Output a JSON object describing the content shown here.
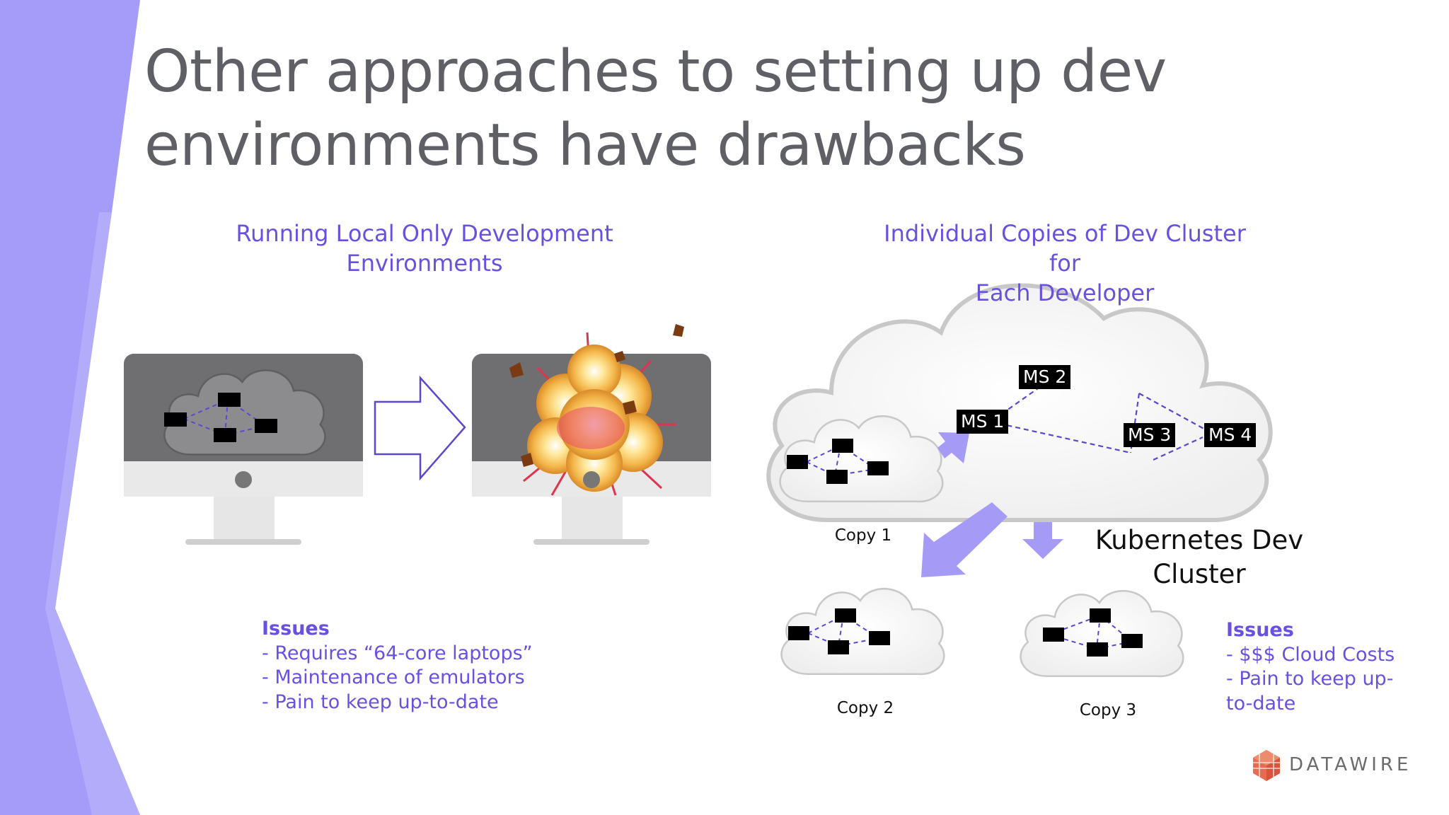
{
  "slide": {
    "title_line1": "Other approaches to setting up dev",
    "title_line2": "environments have drawbacks"
  },
  "left": {
    "heading_line1": "Running Local Only Development",
    "heading_line2": "Environments",
    "issues_title": "Issues",
    "issues": [
      "- Requires “64-core laptops”",
      "- Maintenance of emulators",
      "- Pain to keep up-to-date"
    ]
  },
  "right": {
    "heading_line1": "Individual Copies of Dev Cluster for",
    "heading_line2": "Each Developer",
    "cluster_label_line1": "Kubernetes Dev",
    "cluster_label_line2": "Cluster",
    "services": [
      "MS 1",
      "MS 2",
      "MS 3",
      "MS 4"
    ],
    "copies": [
      "Copy 1",
      "Copy 2",
      "Copy 3"
    ],
    "issues_title": "Issues",
    "issues": [
      "- $$$ Cloud Costs",
      "- Pain to keep up-",
      "to-date"
    ]
  },
  "brand": {
    "name": "DATAWIRE",
    "icon": "datawire-logo-icon"
  },
  "colors": {
    "accent": "#6a50e0",
    "band": "#a49cf8",
    "arrow": "#a59bf7",
    "dash": "#5a48d0"
  }
}
